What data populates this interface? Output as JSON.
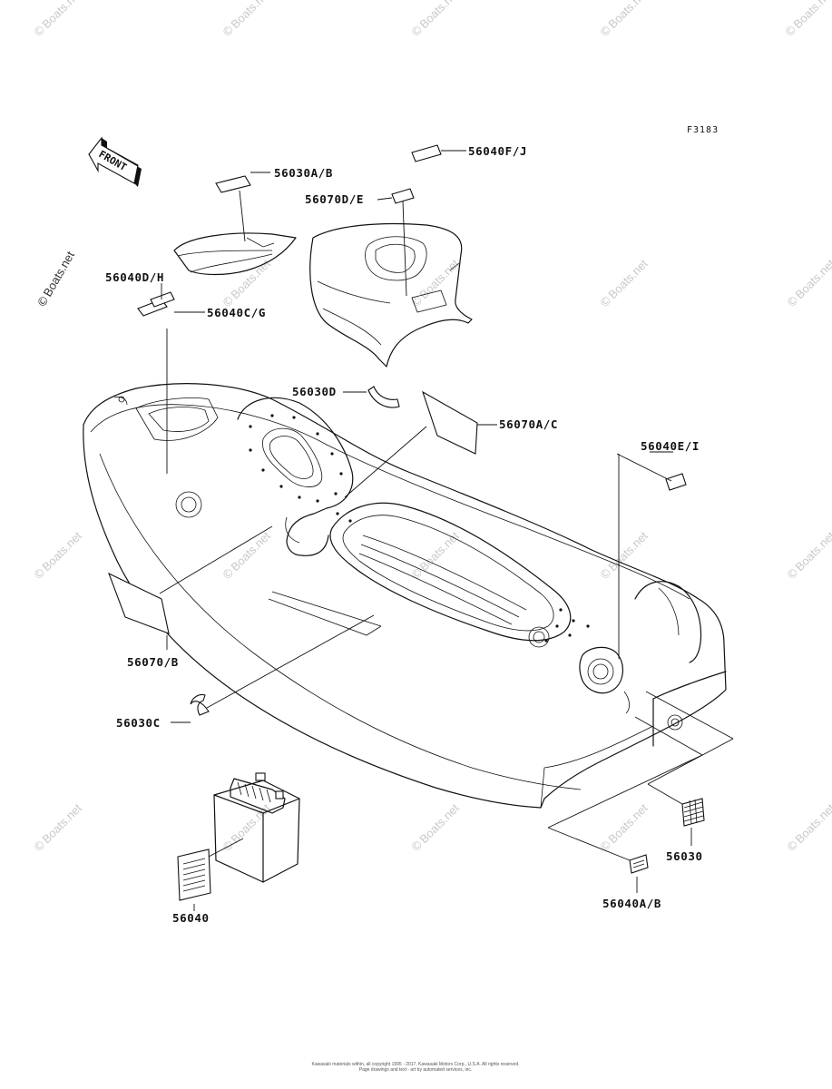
{
  "figure_code": "F3183",
  "front_label": "FRONT",
  "watermark_text": "Boats.net",
  "watermark_symbol": "©",
  "footer_lines": [
    "Kawasaki materials within, all copyright 1995 - 2017, Kawasaki Motors Corp., U.S.A. All rights reserved.",
    "Page drawings and text - art by automated services, inc."
  ],
  "labels": {
    "l_56040FJ": "56040F/J",
    "l_56030AB": "56030A/B",
    "l_56070DE": "56070D/E",
    "l_56040DH": "56040D/H",
    "l_56040CG": "56040C/G",
    "l_56030D": "56030D",
    "l_56070AC": "56070A/C",
    "l_56040EI": "56040E/I",
    "l_56070B": "56070/B",
    "l_56030C": "56030C",
    "l_56030": "56030",
    "l_56040AB": "56040A/B",
    "l_56040": "56040"
  },
  "colors": {
    "ink": "#111111",
    "watermark": "#c9c9c9",
    "background": "#ffffff"
  }
}
